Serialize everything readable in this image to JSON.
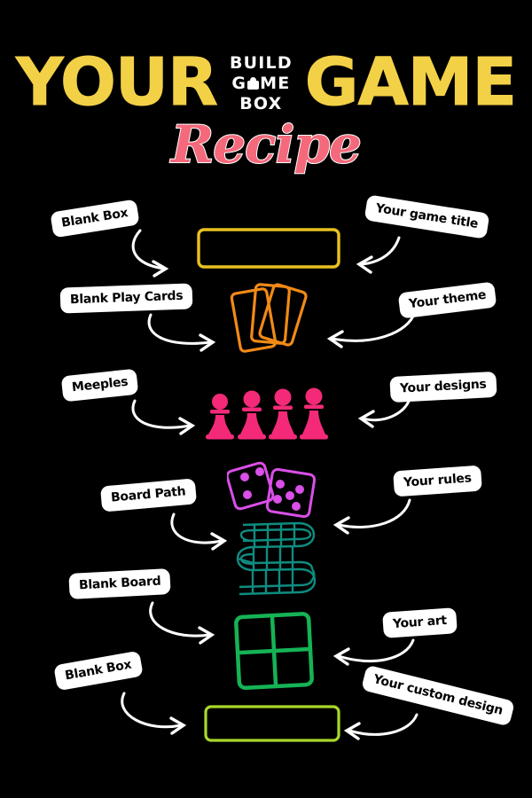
{
  "poster": {
    "background_color": "#000000",
    "header": {
      "word_left": "YOUR",
      "word_right": "GAME",
      "word_color": "#F3D147",
      "logo": {
        "line1": "BUILD",
        "line2_before": "G",
        "line2_icon": "game-token-icon",
        "line2_after": "ME",
        "line3": "BOX",
        "color": "#FFFFFF"
      },
      "script_word": "Recipe",
      "script_color": "#F4697B"
    },
    "rows": [
      {
        "id": "box-title",
        "left_label": "Blank Box",
        "right_label": "Your game title",
        "icon": "blank-box-outline-icon",
        "icon_color": "#E8C11F"
      },
      {
        "id": "cards-theme",
        "left_label": "Blank Play Cards",
        "right_label": "Your theme",
        "icon": "play-cards-icon",
        "icon_color": "#F18A16"
      },
      {
        "id": "meeples-designs",
        "left_label": "Meeples",
        "right_label": "Your designs",
        "icon": "meeples-icon",
        "icon_color": "#F42A78"
      },
      {
        "id": "dice-rules",
        "left_label": "Board Path",
        "right_label": "Your rules",
        "icon": "dice-icon",
        "icon_color": "#D94FE8",
        "dice_values": [
          3,
          5
        ]
      },
      {
        "id": "path-board",
        "left_label": "Blank Board",
        "right_label": "",
        "icon": "board-path-icon",
        "icon_color": "#0F8C80"
      },
      {
        "id": "grid-art",
        "left_label": "",
        "right_label": "Your art",
        "icon": "blank-board-grid-icon",
        "icon_color": "#15B355"
      },
      {
        "id": "box-custom",
        "left_label": "Blank Box",
        "right_label": "Your custom design",
        "icon": "custom-box-outline-icon",
        "icon_color": "#A8D82A"
      }
    ],
    "labels": {
      "blank_box_top": "Blank Box",
      "your_game_title": "Your game title",
      "blank_play_cards": "Blank Play Cards",
      "your_theme": "Your theme",
      "meeples": "Meeples",
      "your_designs": "Your designs",
      "board_path": "Board Path",
      "your_rules": "Your rules",
      "blank_board": "Blank Board",
      "your_art": "Your art",
      "blank_box_bottom": "Blank Box",
      "your_custom_design": "Your custom design"
    }
  }
}
